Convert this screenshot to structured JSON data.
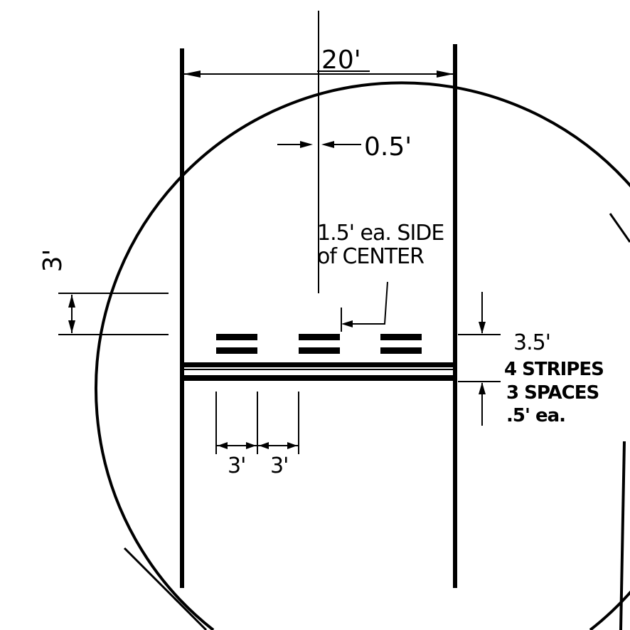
{
  "drawing": {
    "width_label": "20'",
    "offset_label": "0.5'",
    "center_note_line1": "1.5' ea. SIDE",
    "center_note_line2": "of CENTER",
    "gap_label": "3'",
    "stop_bar_depth_label": "3.5'",
    "stop_bar_line1": "4 STRIPES",
    "stop_bar_line2": "3 SPACES",
    "stop_bar_line3": ".5' ea.",
    "spacing_label_1": "3'",
    "spacing_label_2": "3'"
  },
  "colors": {
    "ink": "#000000",
    "paper": "#ffffff"
  }
}
